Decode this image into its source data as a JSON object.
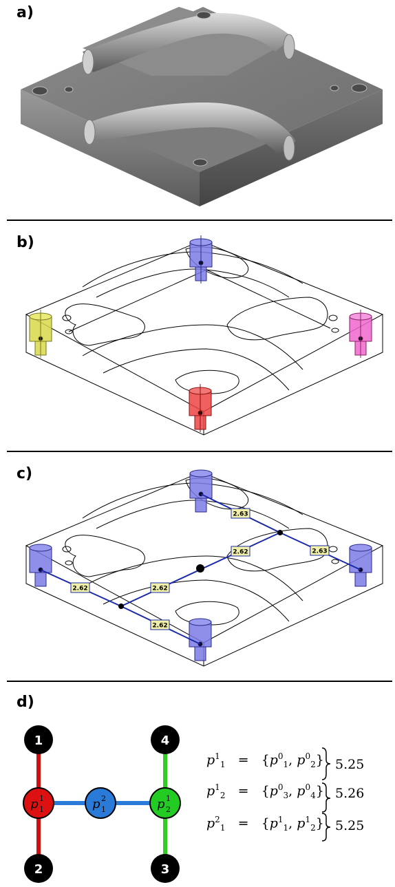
{
  "panels": {
    "a": {
      "label": "a)"
    },
    "b": {
      "label": "b)"
    },
    "c": {
      "label": "c)",
      "edge_labels": [
        "2.63",
        "2.62",
        "2.63",
        "2.62",
        "2.62",
        "2.62"
      ]
    },
    "d": {
      "label": "d)"
    }
  },
  "graph": {
    "leaf_nodes": [
      "1",
      "2",
      "3",
      "4"
    ],
    "p_nodes": [
      {
        "base": "p",
        "sup": "1",
        "sub": "1",
        "color": "#dd1111"
      },
      {
        "base": "p",
        "sup": "2",
        "sub": "1",
        "color": "#2a7bd8"
      },
      {
        "base": "p",
        "sup": "1",
        "sub": "2",
        "color": "#22cc22"
      }
    ],
    "edge_colors": {
      "red": "#cc1111",
      "blue": "#2a7bd8",
      "green": "#33cc22"
    }
  },
  "equations": [
    {
      "lhs_sup": "1",
      "lhs_sub": "1",
      "eq": "=",
      "rhs": "{p",
      "r1_sup": "0",
      "r1_sub": "1",
      "r2_sup": "0",
      "r2_sub": "2",
      "value": "5.25"
    },
    {
      "lhs_sup": "1",
      "lhs_sub": "2",
      "eq": "=",
      "rhs": "{p",
      "r1_sup": "0",
      "r1_sub": "3",
      "r2_sup": "0",
      "r2_sub": "4",
      "value": "5.26"
    },
    {
      "lhs_sup": "2",
      "lhs_sub": "1",
      "eq": "=",
      "rhs": "{p",
      "r1_sup": "1",
      "r1_sub": "1",
      "r2_sup": "1",
      "r2_sub": "2",
      "value": "5.25"
    }
  ],
  "colors": {
    "port_blue": "#7b7be6",
    "port_red": "#ee4444",
    "port_yellow": "#d8d84a",
    "port_pink": "#ee66cc",
    "path_blue": "#1a2aa8",
    "label_fill": "#f0f0a8"
  }
}
